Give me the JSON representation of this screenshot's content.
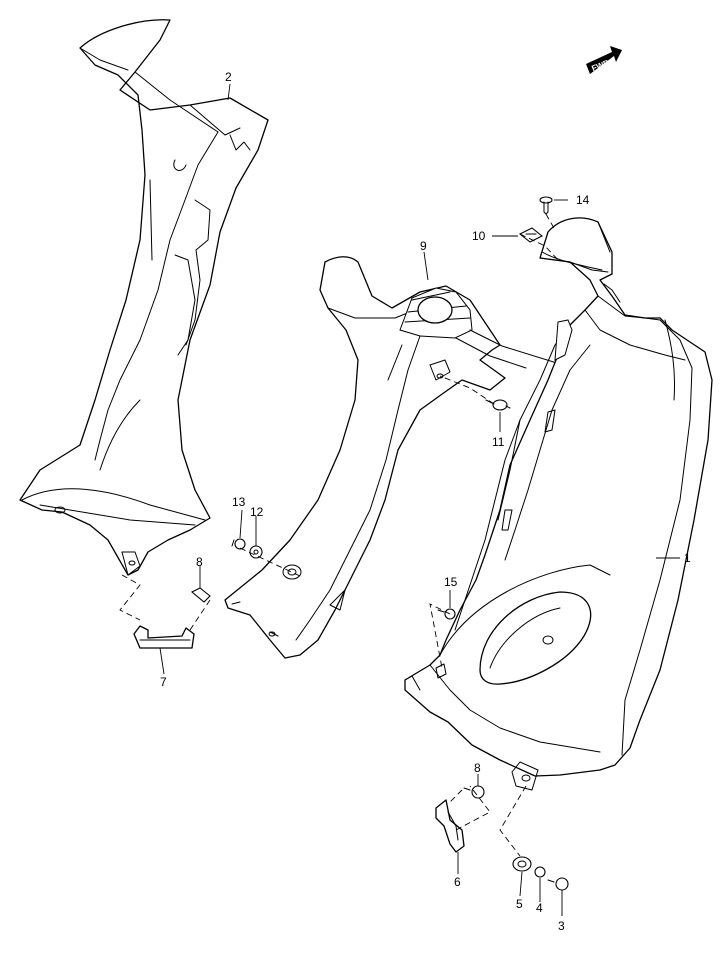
{
  "diagram": {
    "direction_marker": "FWD",
    "callouts": [
      "1",
      "2",
      "3",
      "4",
      "5",
      "6",
      "7",
      "8",
      "8",
      "9",
      "10",
      "11",
      "12",
      "13",
      "14",
      "15"
    ]
  }
}
